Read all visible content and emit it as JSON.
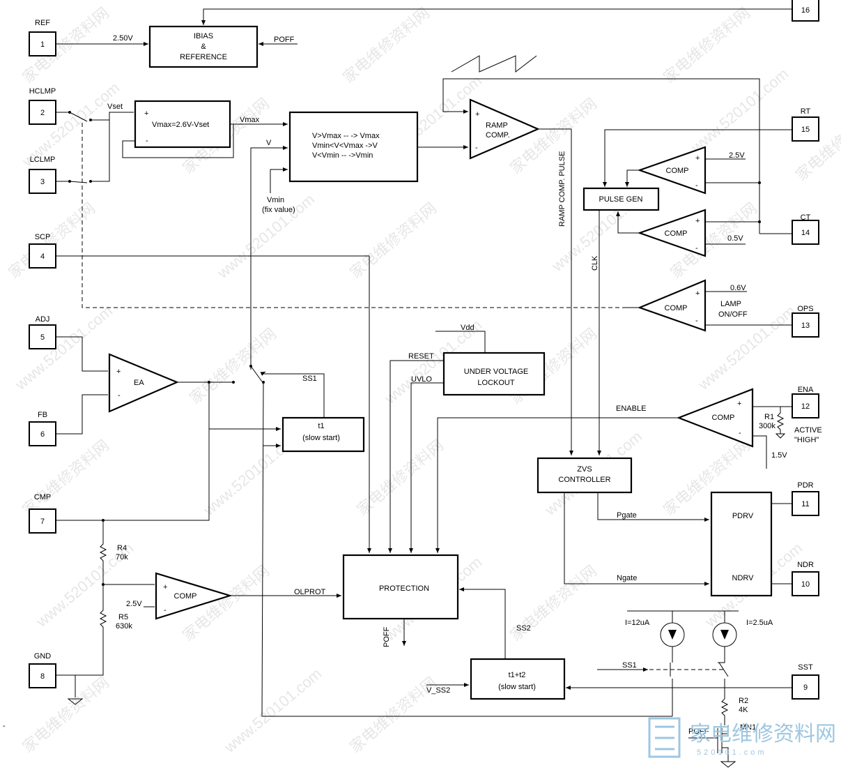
{
  "pins": [
    {
      "n": "1",
      "label": "REF"
    },
    {
      "n": "2",
      "label": "HCLMP"
    },
    {
      "n": "3",
      "label": "LCLMP"
    },
    {
      "n": "4",
      "label": "SCP"
    },
    {
      "n": "5",
      "label": "ADJ"
    },
    {
      "n": "6",
      "label": "FB"
    },
    {
      "n": "7",
      "label": "CMP"
    },
    {
      "n": "8",
      "label": "GND"
    },
    {
      "n": "16",
      "label": ""
    },
    {
      "n": "15",
      "label": "RT"
    },
    {
      "n": "14",
      "label": "CT"
    },
    {
      "n": "13",
      "label": "OPS"
    },
    {
      "n": "12",
      "label": "ENA"
    },
    {
      "n": "11",
      "label": "PDR"
    },
    {
      "n": "10",
      "label": "NDR"
    },
    {
      "n": "9",
      "label": "SST"
    }
  ],
  "blocks": {
    "ibias": {
      "l1": "IBIAS",
      "l2": "&",
      "l3": "REFERENCE"
    },
    "vmax_calc": {
      "plus": "+",
      "minus": "-",
      "text": "Vmax=2.6V-Vset"
    },
    "clamp": {
      "l1": "V>Vmax -- -> Vmax",
      "l2": "Vmin<V<Vmax ->V",
      "l3": "V<Vmin -- ->Vmin"
    },
    "ramp_comp": {
      "plus": "+",
      "minus": "-",
      "l1": "RAMP",
      "l2": "COMP."
    },
    "pulse_gen": {
      "text": "PULSE GEN"
    },
    "comp_rt": {
      "text": "COMP",
      "plus": "+",
      "minus": "-"
    },
    "comp_ct": {
      "text": "COMP",
      "plus": "+",
      "minus": "-"
    },
    "comp_ops": {
      "text": "COMP",
      "plus": "+",
      "minus": "-"
    },
    "ea": {
      "text": "EA",
      "plus": "+",
      "minus": "-"
    },
    "uvlo": {
      "l1": "UNDER VOLTAGE",
      "l2": "LOCKOUT"
    },
    "t1": {
      "l1": "t1",
      "l2": "(slow start)"
    },
    "comp_ena": {
      "text": "COMP",
      "plus": "+",
      "minus": "-"
    },
    "zvs": {
      "l1": "ZVS",
      "l2": "CONTROLLER"
    },
    "drv": {
      "l1": "PDRV",
      "l2": "NDRV"
    },
    "protection": {
      "text": "PROTECTION"
    },
    "comp_olp": {
      "text": "COMP",
      "plus": "+",
      "minus": "-"
    },
    "t1t2": {
      "l1": "t1+t2",
      "l2": "(slow start)"
    }
  },
  "labels": {
    "v250": "2.50V",
    "poff_top": "POFF",
    "vset": "Vset",
    "vmax": "Vmax",
    "v": "V",
    "vmin": "Vmin",
    "fix": "(fix value)",
    "ramp_pulse": "RAMP COMP. PULSE",
    "clk": "CLK",
    "v25a": "2.5V",
    "v05": "0.5V",
    "v06": "0.6V",
    "lamp1": "LAMP",
    "lamp2": "ON/OFF",
    "vdd": "Vdd",
    "reset": "RESET",
    "uvlo": "UVLO",
    "ss1_t1": "SS1",
    "enable": "ENABLE",
    "r1a": "R1",
    "r1b": "300k",
    "active1": "ACTIVE",
    "active2": "\"HIGH\"",
    "v15": "1.5V",
    "pgate": "Pgate",
    "ngate": "Ngate",
    "r4a": "R4",
    "r4b": "70k",
    "r5a": "R5",
    "r5b": "630k",
    "v25b": "2.5V",
    "olprot": "OLPROT",
    "poff_prot": "POFF",
    "ss2": "SS2",
    "i12": "I=12uA",
    "i25": "I=2.5uA",
    "ss1_bottom": "SS1",
    "v_ss2": "V_SS2",
    "r2a": "R2",
    "r2b": "4K",
    "mn1": "MN1",
    "poff_mn": "POFF",
    "dot_left": "-"
  },
  "watermark": {
    "site": "www.520101.com",
    "cn": "家电维修资料网",
    "logo_cn": "家电维修资料网",
    "logo_url": "520101.com"
  }
}
